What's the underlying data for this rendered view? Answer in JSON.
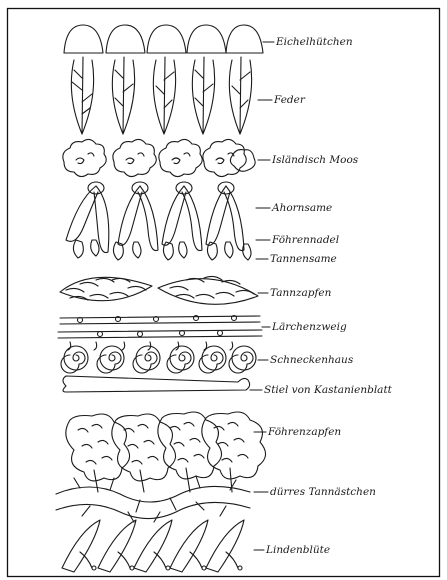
{
  "labels": [
    "Eichelhütchen",
    "Feder",
    "Isländisch Moos",
    "Ahornsame",
    "Föhrennadel",
    "Tannensame",
    "Tannzapfen",
    "Lärchenzweig",
    "Schneckenhaus",
    "Stiel von Kastanienblatt",
    "Föhrenzapfen",
    "dürres Tannästchen",
    "Lindenblüte"
  ]
}
